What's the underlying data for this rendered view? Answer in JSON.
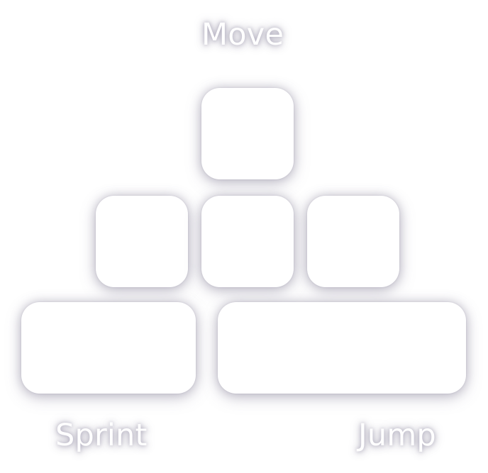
{
  "labels": {
    "move": "Move",
    "sprint": "Sprint",
    "jump": "Jump"
  },
  "keys": {
    "up": {
      "name": "up",
      "legend": ""
    },
    "left": {
      "name": "left",
      "legend": ""
    },
    "down": {
      "name": "down",
      "legend": ""
    },
    "right": {
      "name": "right",
      "legend": ""
    },
    "sprint": {
      "name": "sprint",
      "legend": ""
    },
    "jump": {
      "name": "jump",
      "legend": ""
    }
  },
  "colors": {
    "key_fill": "#ffffff",
    "label_text": "#ffffff",
    "shadow": "#78738c"
  }
}
